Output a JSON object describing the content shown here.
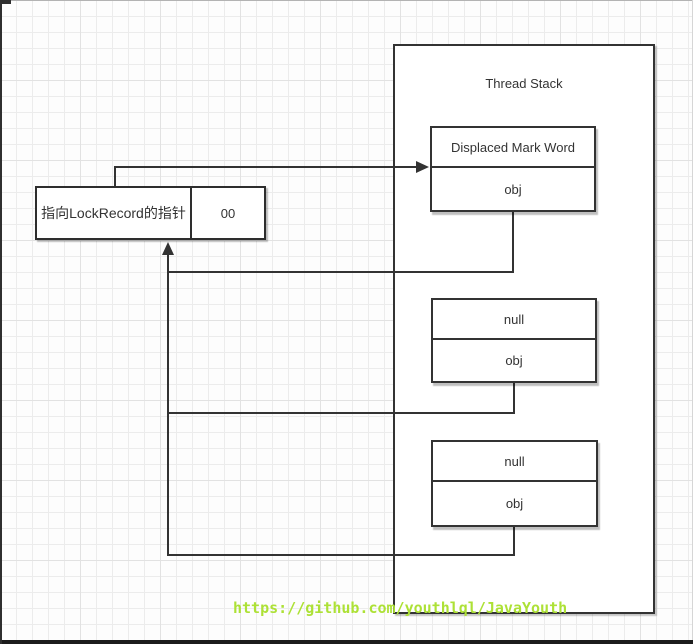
{
  "diagram": {
    "thread_stack": {
      "title": "Thread Stack",
      "frames": [
        {
          "slot": "Displaced Mark Word",
          "owner": "obj"
        },
        {
          "slot": "null",
          "owner": "obj"
        },
        {
          "slot": "null",
          "owner": "obj"
        }
      ]
    },
    "mark_word": {
      "pointer_label": "指向LockRecord的指针",
      "lock_flag": "00"
    },
    "watermark": {
      "url": "https://github.com/youthlql/JavaYouth"
    },
    "colors": {
      "line": "#333333",
      "text": "#333333",
      "url_text": "#ade136",
      "grid": "#ececec",
      "background": "#fdfdfd"
    }
  }
}
